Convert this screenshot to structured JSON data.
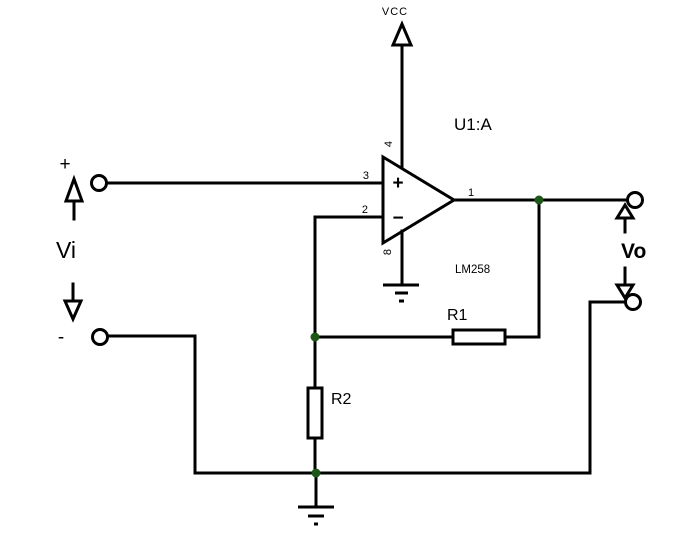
{
  "schematic": {
    "power": {
      "vcc_label": "VCC",
      "pin_vcc": "4"
    },
    "opamp": {
      "designator": "U1:A",
      "part": "LM258",
      "pin_noninverting": "3",
      "pin_inverting": "2",
      "pin_output": "1",
      "pin_gnd": "8",
      "plus_symbol": "+",
      "minus_symbol": "−"
    },
    "resistors": {
      "r1_label": "R1",
      "r2_label": "R2"
    },
    "input": {
      "label": "Vi",
      "plus_sign": "+",
      "minus_sign": "-"
    },
    "output": {
      "label": "Vo"
    }
  },
  "colors": {
    "background": "#ffffff",
    "wire": "#000000",
    "junction": "#1d5718",
    "muted_text": "#7d7d7d",
    "label_text": "#000000"
  }
}
